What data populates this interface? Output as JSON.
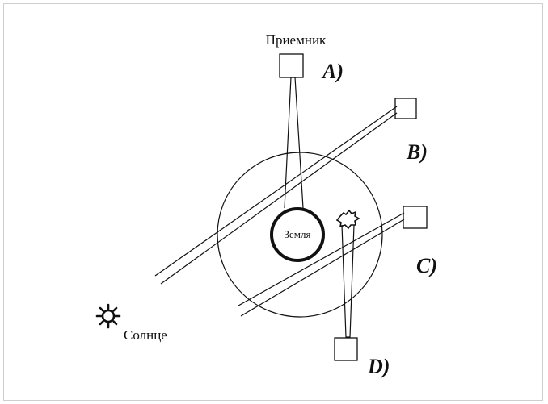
{
  "labels": {
    "receiver": "Приемник",
    "earth": "Земля",
    "sun": "Солнце",
    "case_a": "A)",
    "case_b": "B)",
    "case_c": "C)",
    "case_d": "D)"
  },
  "colors": {
    "ink": "#111111",
    "frame": "#cfcfcf",
    "background": "#ffffff"
  }
}
